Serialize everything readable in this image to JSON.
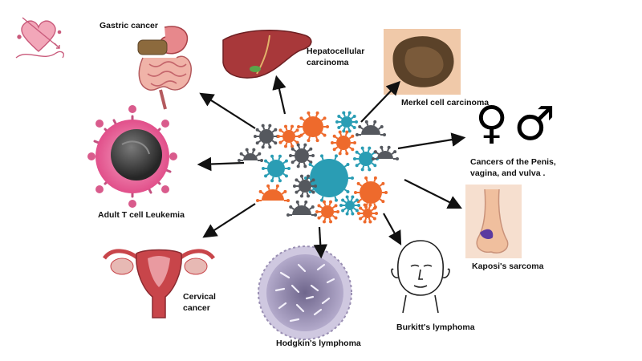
{
  "diagram": {
    "labels": {
      "gastric": "Gastric cancer",
      "hepatocellular": "Hepatocellular\ncarcinoma",
      "merkel": "Merkel cell carcinoma",
      "adult_t": "Adult T cell Leukemia",
      "genital": "Cancers of the Penis,\nvagina, and vulva .",
      "kaposi": "Kaposi's sarcoma",
      "cervical": "Cervical\ncancer",
      "hodgkin": "Hodgkin's lymphoma",
      "burkitt": "Burkitt's lymphoma"
    },
    "symbols": {
      "female": "♀",
      "male": "♂"
    },
    "colors": {
      "virus_orange": "#ee6a2c",
      "virus_teal": "#2a9db4",
      "virus_gray": "#55585e",
      "organ_red": "#c8454a",
      "liver": "#a8383a",
      "cell_pink": "#e9649a",
      "lymphoma_purple": "#9a8fb3",
      "skin": "#f2c7a8",
      "arrow": "#111111"
    },
    "icons": {
      "logo": "heart-logo-icon",
      "stomach": "stomach-intestine-icon",
      "liver": "liver-icon",
      "skin_lesion": "skin-lesion-icon",
      "leukemia_cell": "leukemia-cell-icon",
      "gender": "gender-symbols-icon",
      "nose": "nose-icon",
      "uterus": "uterus-icon",
      "lymphoma_cell": "lymphoma-cell-icon",
      "face": "face-outline-icon",
      "virus_cluster": "virus-cluster-icon"
    }
  }
}
